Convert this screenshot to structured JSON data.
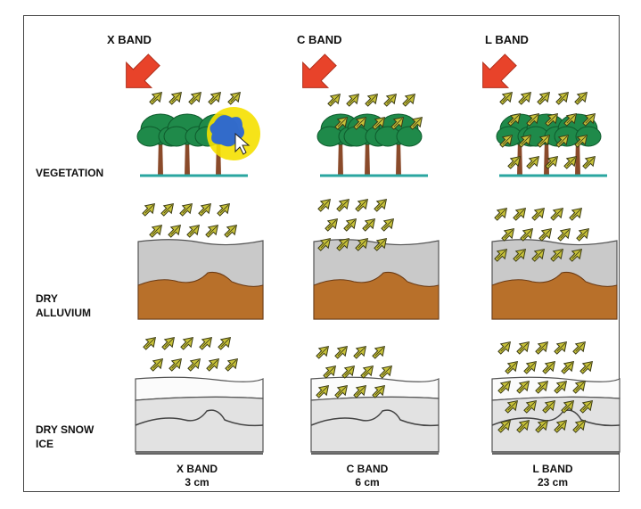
{
  "bands": [
    {
      "header": "X BAND",
      "name": "X BAND",
      "wavelength": "3 cm"
    },
    {
      "header": "C BAND",
      "name": "C BAND",
      "wavelength": "6 cm"
    },
    {
      "header": "L BAND",
      "name": "L BAND",
      "wavelength": "23 cm"
    }
  ],
  "rows": {
    "vegetation": "VEGETATION",
    "alluvium": [
      "DRY",
      "ALLUVIUM"
    ],
    "snow": [
      "DRY SNOW",
      "ICE"
    ]
  },
  "colors": {
    "arrow": "#e8432a",
    "foliage": "#1f8a4a",
    "trunk": "#8a4a2a",
    "ground_line": "#2aa6a0",
    "soil": "#b8702a",
    "gray_layer": "#c9c9c9",
    "snow_layer": "#e2e2e2",
    "leaf": "#c8c23a",
    "highlight": "#f5e000",
    "cursor_blob": "#1f5fe0"
  }
}
